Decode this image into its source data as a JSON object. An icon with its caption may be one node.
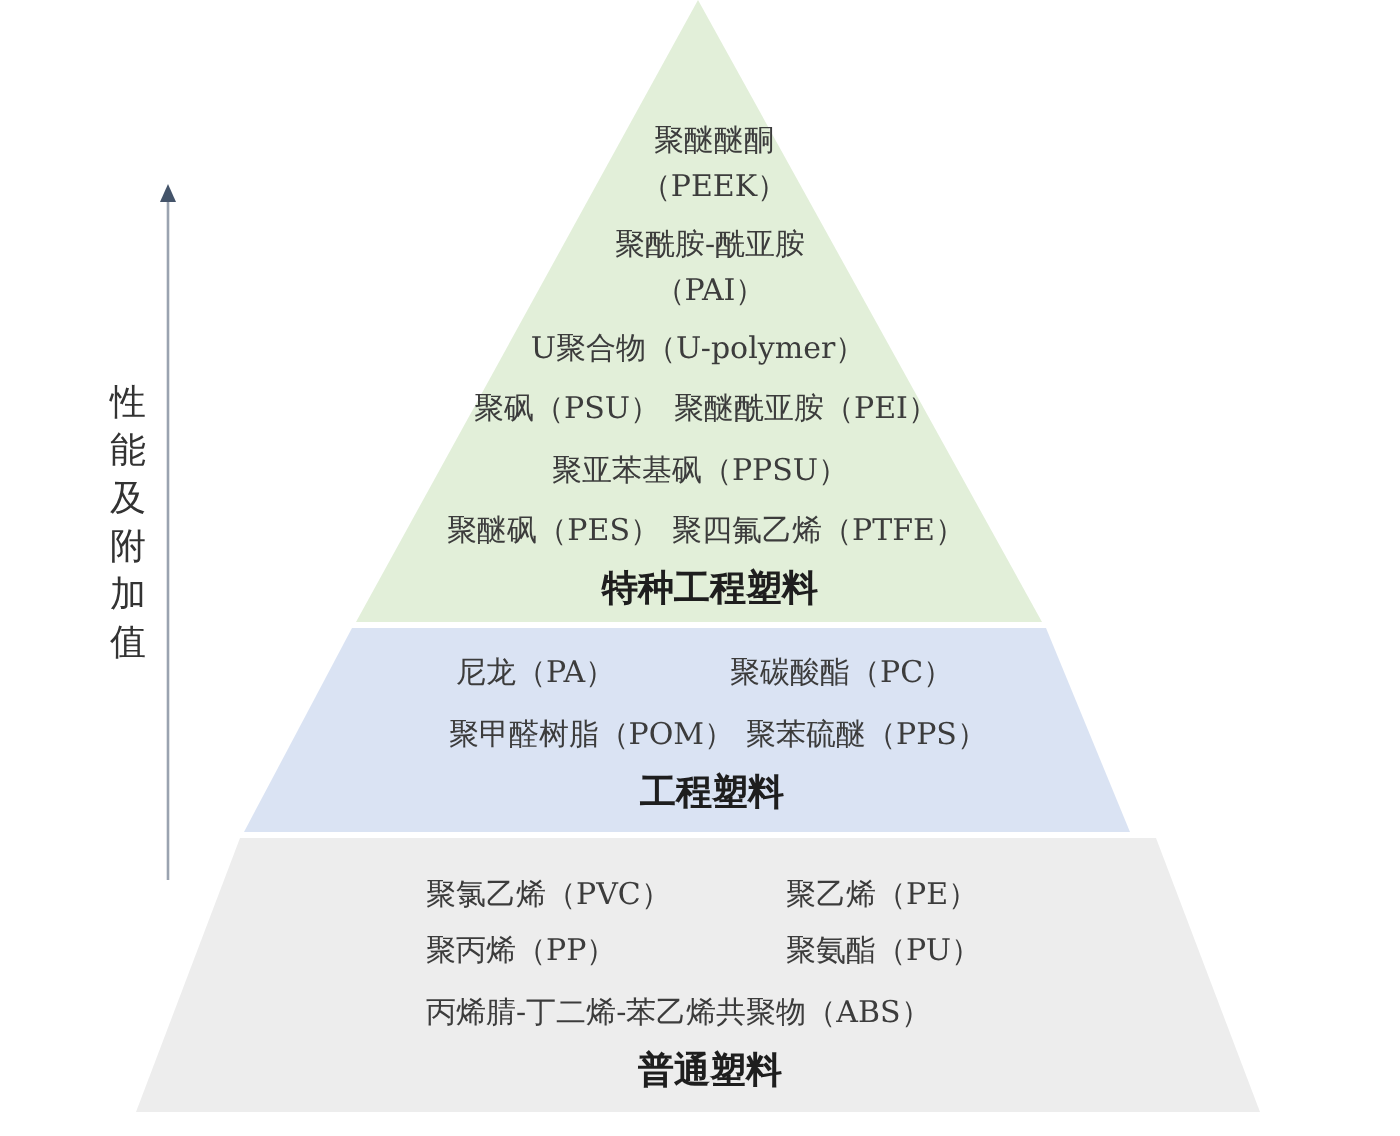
{
  "diagram": {
    "nodes": [
      {
        "text": [
          "聚醚醚酮（PEEK）",
          "聚酰胺-酰亚胺（PAI）",
          "U聚合物（U-polymer）",
          "聚砜（PSU）",
          "聚醚酰亚胺（PEI）",
          "聚亚苯基砜（PPSU）",
          "聚醚砜（PES）",
          "聚四氟乙烯（PTFE）",
          "特种工程塑料"
        ]
      },
      {
        "text": [
          "尼龙（PA）",
          "聚碳酸酯（PC）",
          "聚甲醛树脂（POM）",
          "聚苯硫醚（PPS）",
          "工程塑料"
        ]
      },
      {
        "text": [
          "聚氯乙烯（PVC）",
          "聚乙烯（PE）",
          "聚丙烯（PP）",
          "聚氨酯（PU）",
          "丙烯腈-丁二烯-苯乙烯共聚物（ABS）",
          "普通塑料"
        ]
      }
    ],
    "labels": [
      "性能及附加值"
    ]
  }
}
